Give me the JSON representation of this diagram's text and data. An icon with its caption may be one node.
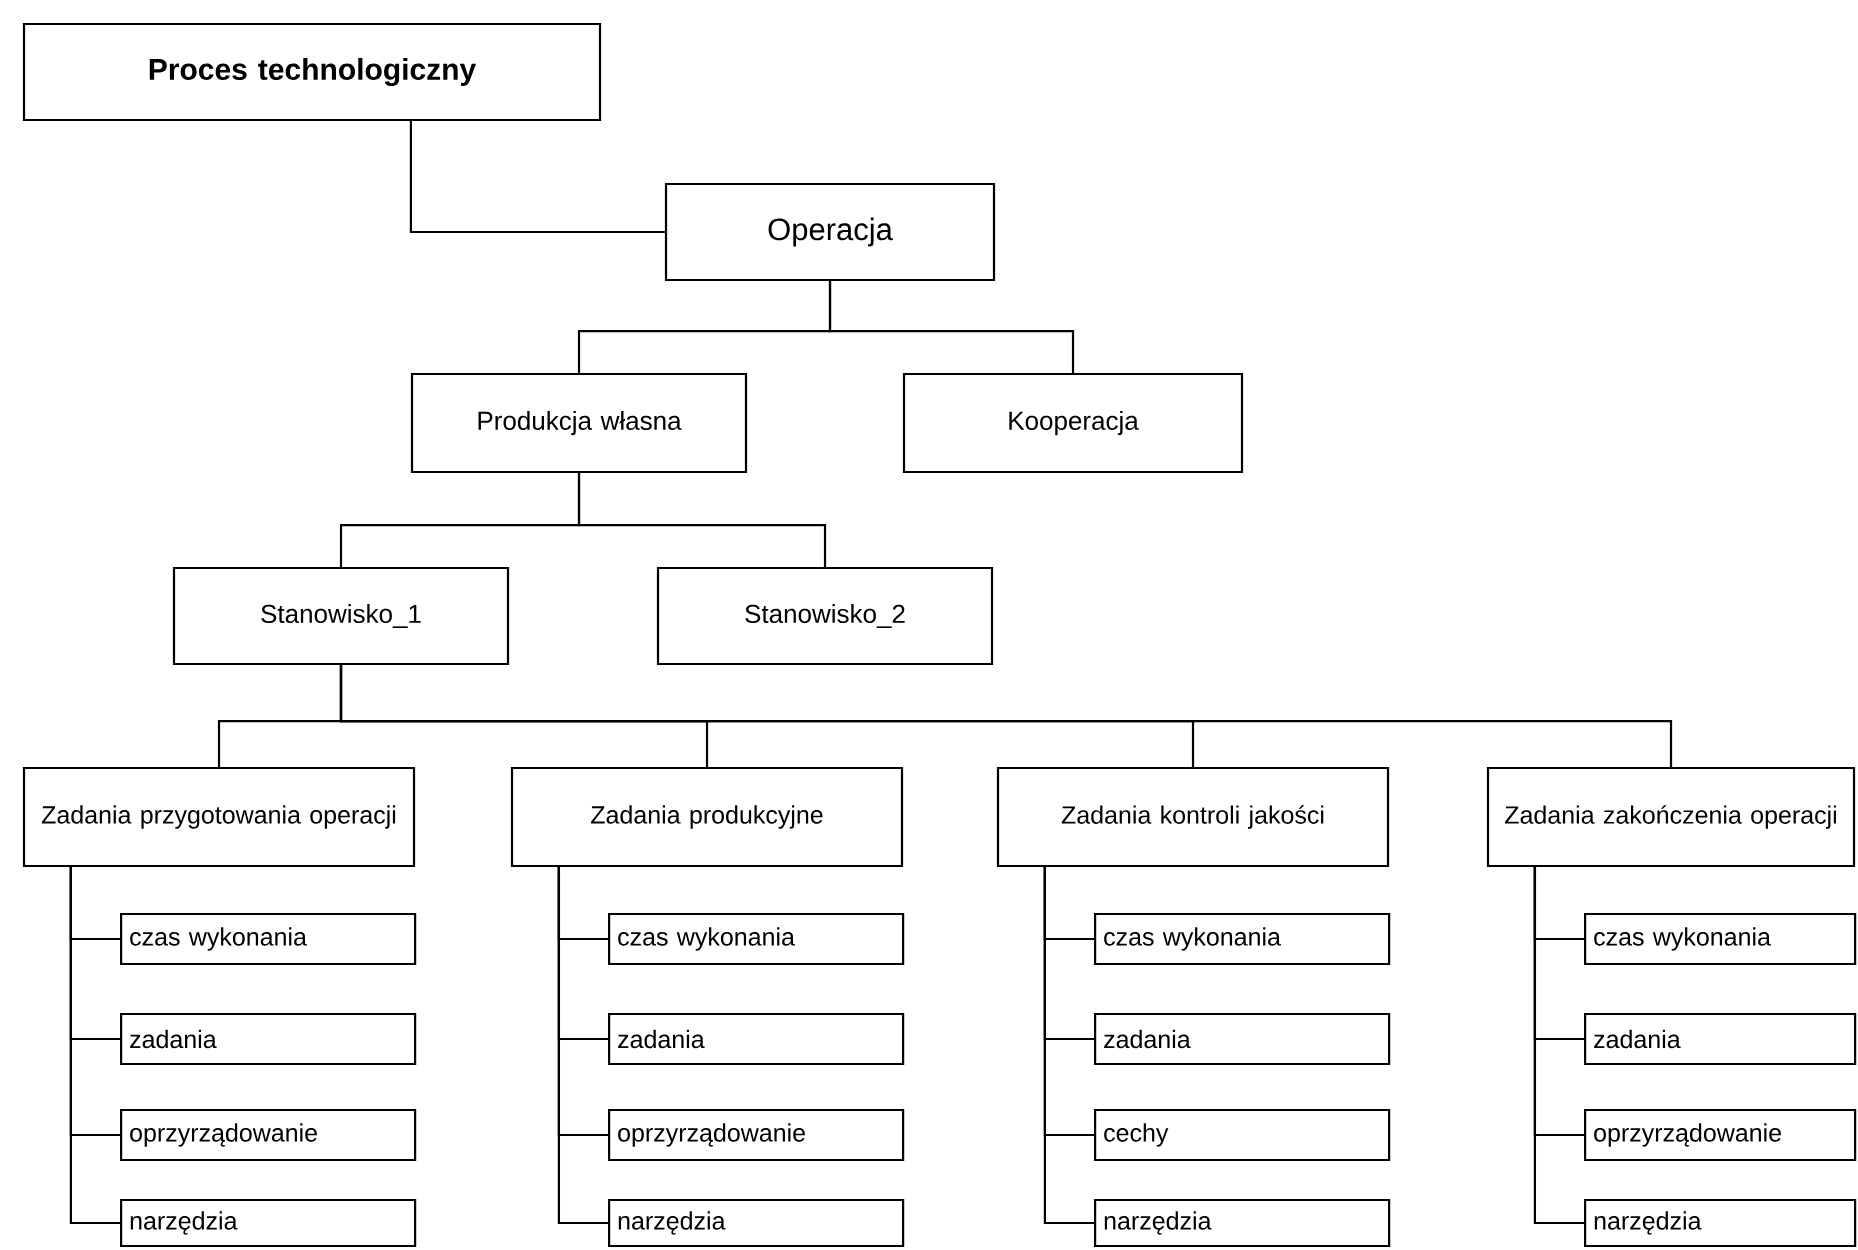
{
  "diagram": {
    "nodes": [
      {
        "text": [
          "Proces technologiczny"
        ]
      },
      {
        "text": [
          "Operacja"
        ]
      },
      {
        "text": [
          "Produkcja własna"
        ]
      },
      {
        "text": [
          "Kooperacja"
        ]
      },
      {
        "text": [
          "Stanowisko_1"
        ]
      },
      {
        "text": [
          "Stanowisko_2"
        ]
      },
      {
        "text": [
          "Zadania przygotowania operacji"
        ]
      },
      {
        "text": [
          "Zadania produkcyjne"
        ]
      },
      {
        "text": [
          "Zadania kontroli jakości"
        ]
      },
      {
        "text": [
          "Zadania zakończenia operacji"
        ]
      },
      {
        "text": [
          "czas wykonania"
        ]
      },
      {
        "text": [
          "zadania"
        ]
      },
      {
        "text": [
          "oprzyrządowanie"
        ]
      },
      {
        "text": [
          "narzędzia"
        ]
      },
      {
        "text": [
          "czas wykonania"
        ]
      },
      {
        "text": [
          "zadania"
        ]
      },
      {
        "text": [
          "oprzyrządowanie"
        ]
      },
      {
        "text": [
          "narzędzia"
        ]
      },
      {
        "text": [
          "czas wykonania"
        ]
      },
      {
        "text": [
          "zadania"
        ]
      },
      {
        "text": [
          "cechy"
        ]
      },
      {
        "text": [
          "narzędzia"
        ]
      },
      {
        "text": [
          "czas wykonania"
        ]
      },
      {
        "text": [
          "zadania"
        ]
      },
      {
        "text": [
          "oprzyrządowanie"
        ]
      },
      {
        "text": [
          "narzędzia"
        ]
      }
    ],
    "edges": [
      {
        "from": 0,
        "to": 1,
        "arrow": "none"
      },
      {
        "from": 1,
        "to": 2,
        "arrow": "none"
      },
      {
        "from": 1,
        "to": 3,
        "arrow": "none"
      },
      {
        "from": 2,
        "to": 4,
        "arrow": "none"
      },
      {
        "from": 2,
        "to": 5,
        "arrow": "none"
      },
      {
        "from": 4,
        "to": 6,
        "arrow": "none"
      },
      {
        "from": 4,
        "to": 7,
        "arrow": "none"
      },
      {
        "from": 4,
        "to": 8,
        "arrow": "none"
      },
      {
        "from": 4,
        "to": 9,
        "arrow": "none"
      },
      {
        "from": 6,
        "to": 10,
        "arrow": "none"
      },
      {
        "from": 6,
        "to": 11,
        "arrow": "none"
      },
      {
        "from": 6,
        "to": 12,
        "arrow": "none"
      },
      {
        "from": 6,
        "to": 13,
        "arrow": "none"
      },
      {
        "from": 7,
        "to": 14,
        "arrow": "none"
      },
      {
        "from": 7,
        "to": 15,
        "arrow": "none"
      },
      {
        "from": 7,
        "to": 16,
        "arrow": "none"
      },
      {
        "from": 7,
        "to": 17,
        "arrow": "none"
      },
      {
        "from": 8,
        "to": 18,
        "arrow": "none"
      },
      {
        "from": 8,
        "to": 19,
        "arrow": "none"
      },
      {
        "from": 8,
        "to": 20,
        "arrow": "none"
      },
      {
        "from": 8,
        "to": 21,
        "arrow": "none"
      },
      {
        "from": 9,
        "to": 22,
        "arrow": "none"
      },
      {
        "from": 9,
        "to": 23,
        "arrow": "none"
      },
      {
        "from": 9,
        "to": 24,
        "arrow": "none"
      },
      {
        "from": 9,
        "to": 25,
        "arrow": "none"
      }
    ]
  }
}
